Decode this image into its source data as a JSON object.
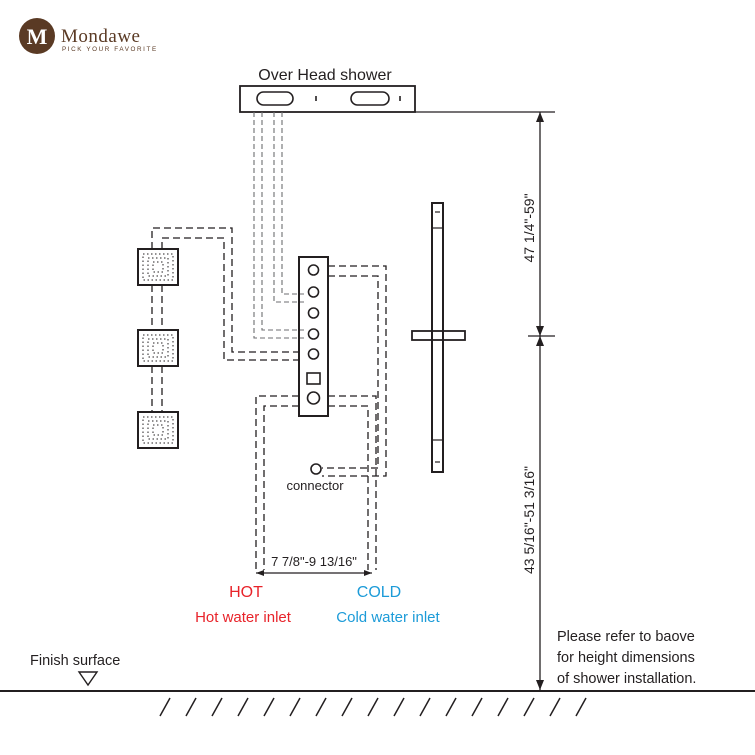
{
  "brand": {
    "logo_letter": "M",
    "name": "Mondawe",
    "tagline": "PICK YOUR FAVORITE",
    "color": "#5a3a24"
  },
  "labels": {
    "overhead_shower": "Over Head shower",
    "connector": "connector",
    "width_dimension": "7 7/8\"-9 13/16\"",
    "hot": "HOT",
    "hot_inlet": "Hot water inlet",
    "cold": "COLD",
    "cold_inlet": "Cold water inlet",
    "finish_surface": "Finish surface",
    "upper_height": "47 1/4\"-59\"",
    "lower_height": "43 5/16\"-51 3/16\"",
    "note_line1": "Please refer to baove",
    "note_line2": "for height dimensions",
    "note_line3": "of shower installation."
  },
  "colors": {
    "hot": "#e8232a",
    "cold": "#1c9bd8",
    "line": "#231f20"
  }
}
